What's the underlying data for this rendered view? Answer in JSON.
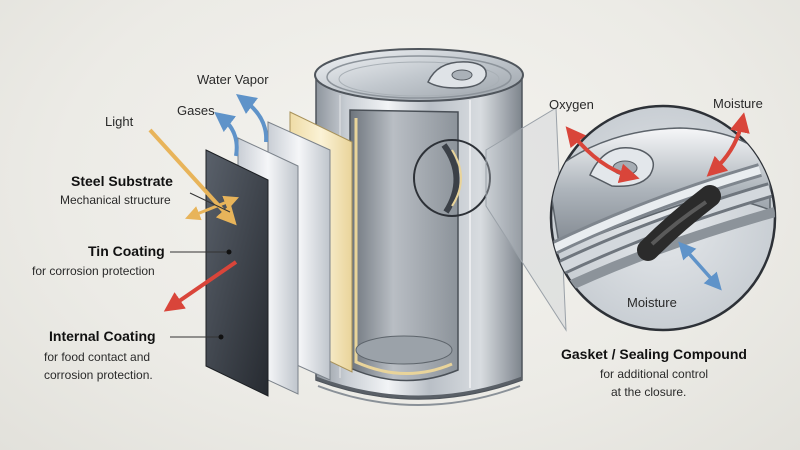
{
  "labels": {
    "water_vapor": "Water Vapor",
    "gases": "Gases",
    "light": "Light",
    "steel_title": "Steel Substrate",
    "steel_desc": "Mechanical structure",
    "tin_title": "Tin Coating",
    "tin_desc": "for corrosion protection",
    "internal_title": "Internal Coating",
    "internal_desc_1": "for food contact and",
    "internal_desc_2": "corrosion protection.",
    "oxygen": "Oxygen",
    "moisture_top": "Moisture",
    "moisture_bottom": "Moisture",
    "gasket_title": "Gasket / Sealing Compound",
    "gasket_desc_1": "for additional control",
    "gasket_desc_2": "at the closure."
  },
  "colors": {
    "light_arrow": "#e8b45a",
    "gas_arrow": "#5f93c9",
    "red_arrow": "#d9453a",
    "steel_layer": "#3a3f47",
    "tin_layer": "#d9dde2",
    "coating_layer": "#f1e2b5",
    "gasket": "#2b2b2b"
  },
  "icons": [
    "light-arrow-icon",
    "gas-arrow-icon",
    "vapor-arrow-icon",
    "oxygen-arrow-icon",
    "moisture-arrow-icon"
  ]
}
